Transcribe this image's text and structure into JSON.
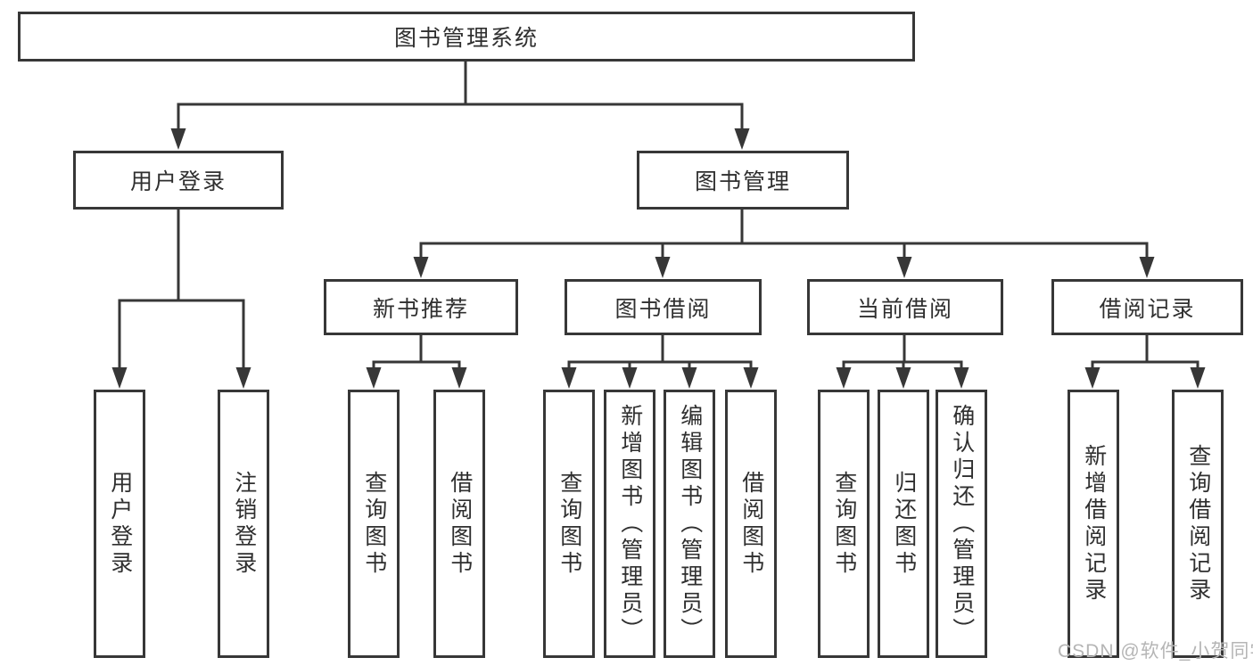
{
  "diagram": {
    "nodes": {
      "root": "图书管理系统",
      "user_login": "用户登录",
      "book_mgmt": "图书管理",
      "new_book_rec": "新书推荐",
      "book_borrow": "图书借阅",
      "current_borrow": "当前借阅",
      "borrow_records": "借阅记录",
      "ul_user_login": "用户登录",
      "ul_logout": "注销登录",
      "nb_query_book": "查询图书",
      "nb_borrow_book": "借阅图书",
      "bb_query_book": "查询图书",
      "bb_add_book": "新增图书（管理员）",
      "bb_edit_book": "编辑图书（管理员）",
      "bb_borrow_book": "借阅图书",
      "cb_query_book": "查询图书",
      "cb_return_book": "归还图书",
      "cb_confirm_return": "确认归还（管理员）",
      "br_add_record": "新增借阅记录",
      "br_query_record": "查询借阅记录"
    },
    "colors": {
      "line": "#373737",
      "text": "#2f2f2f",
      "watermark_text": "#b5b5b5",
      "background": "#ffffff"
    }
  },
  "watermark": "CSDN @软件_小贺同学"
}
